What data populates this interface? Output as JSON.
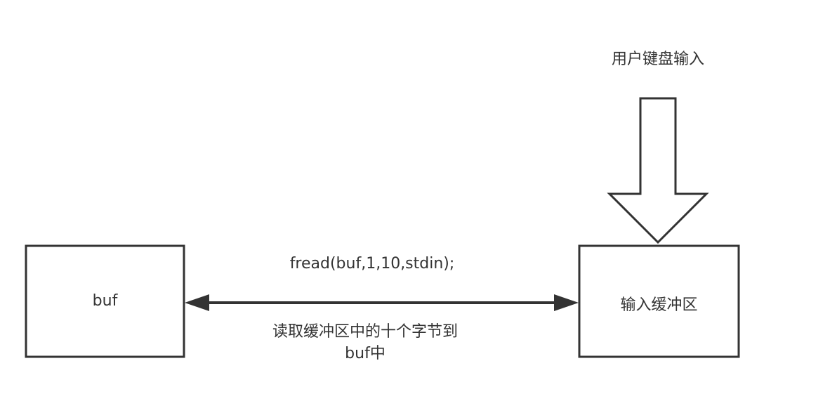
{
  "nodes": {
    "buf_box": {
      "label": "buf"
    },
    "input_buffer_box": {
      "label": "输入缓冲区"
    }
  },
  "keyboard_input": {
    "label": "用户键盘输入"
  },
  "edge": {
    "call_label": "fread(buf,1,10,stdin);",
    "description_line1": "读取缓冲区中的十个字节到",
    "description_line2": "buf中"
  },
  "colors": {
    "stroke": "#333333",
    "fill": "#ffffff"
  }
}
